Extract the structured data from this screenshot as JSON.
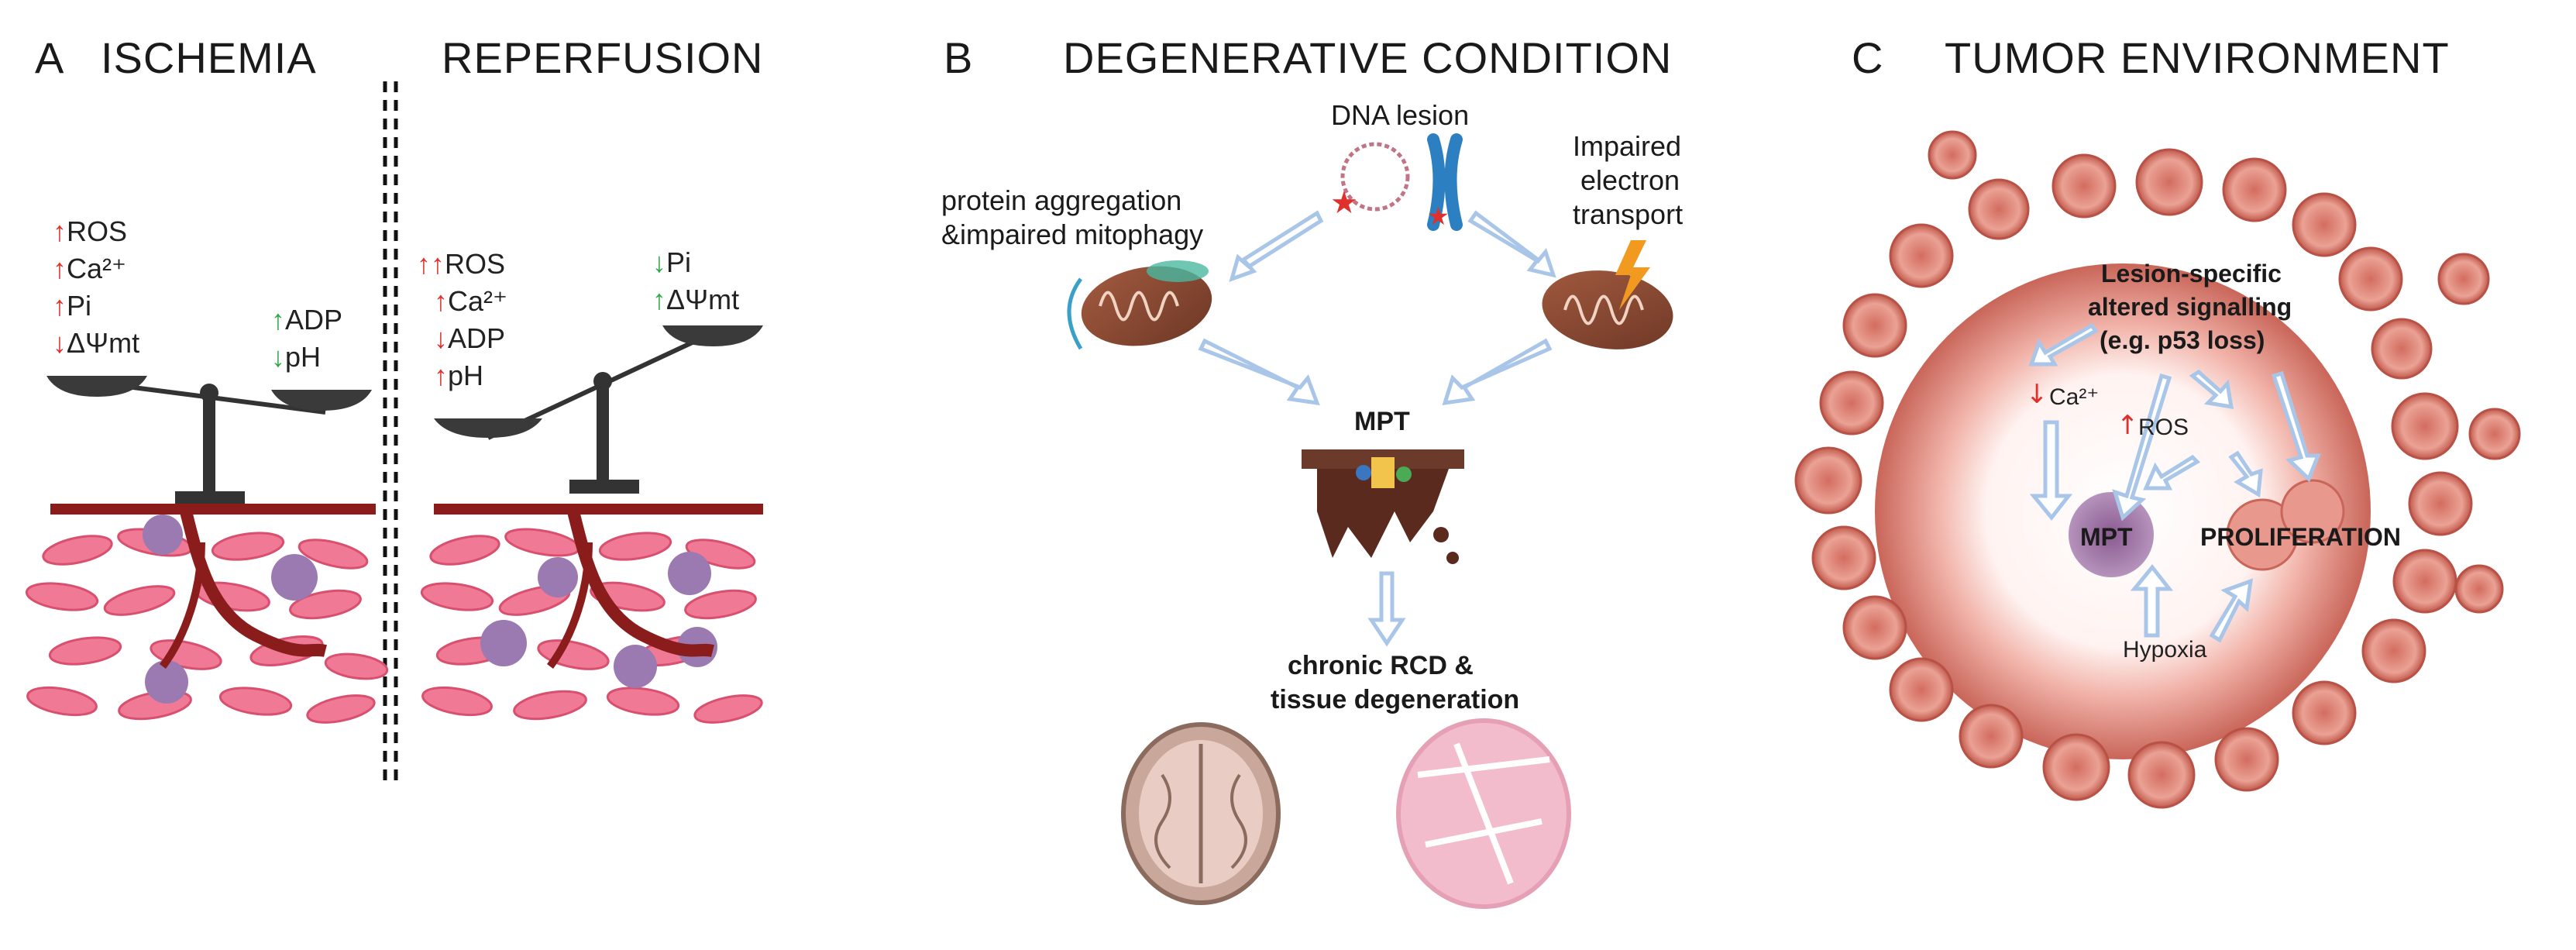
{
  "panels": {
    "a": {
      "letter": "A",
      "title_left": "ISCHEMIA",
      "title_right": "REPERFUSION",
      "ischemia_left": [
        {
          "label": "ROS",
          "arrows": "↑"
        },
        {
          "label": "Ca²⁺",
          "arrows": "↑"
        },
        {
          "label": "Pi",
          "arrows": "↑"
        },
        {
          "label": "ΔΨmt",
          "arrows": "↓"
        }
      ],
      "ischemia_right": [
        {
          "label": "ADP",
          "arrows": "↑"
        },
        {
          "label": "pH",
          "arrows": "↓"
        }
      ],
      "reperfusion_left": [
        {
          "label": "ROS",
          "arrows": "↑↑"
        },
        {
          "label": "Ca²⁺",
          "arrows": "↑"
        },
        {
          "label": "ADP",
          "arrows": "↓"
        },
        {
          "label": "pH",
          "arrows": "↑"
        }
      ],
      "reperfusion_right": [
        {
          "label": "Pi",
          "arrows": "↓"
        },
        {
          "label": "ΔΨmt",
          "arrows": "↑"
        }
      ]
    },
    "b": {
      "letter": "B",
      "title": "DEGENERATIVE CONDITION",
      "dna_lesion": "DNA lesion",
      "protein_line1": "protein aggregation",
      "protein_line2": "&impaired mitophagy",
      "electron_line1": "Impaired",
      "electron_line2": "electron",
      "electron_line3": "transport",
      "mpt": "MPT",
      "chronic_line1": "chronic RCD &",
      "chronic_line2": "tissue degeneration"
    },
    "c": {
      "letter": "C",
      "title": "TUMOR ENVIRONMENT",
      "lesion_line1": "Lesion-specific",
      "lesion_line2": "altered signalling",
      "lesion_line3": "(e.g. p53 loss)",
      "ca": "Ca²⁺",
      "ros": "ROS",
      "mpt": "MPT",
      "proliferation": "PROLIFERATION",
      "hypoxia": "Hypoxia"
    }
  },
  "colors": {
    "up_red": "#e0302b",
    "down_green": "#2fa84a",
    "vessel": "#8b1c1c",
    "cell_pink": "#f07a95",
    "mito_brown": "#8a4a33",
    "arrow_blue": "#a9c6e8",
    "tumor_rose": "#e8988c"
  }
}
